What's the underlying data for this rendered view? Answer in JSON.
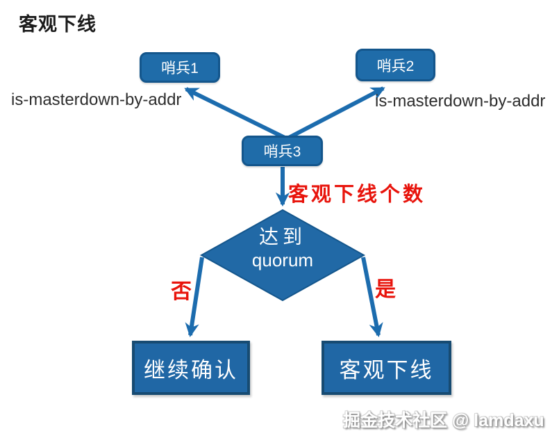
{
  "title": "客观下线",
  "diagram": {
    "nodes": {
      "sentinel1": {
        "label": "哨兵1"
      },
      "sentinel2": {
        "label": "哨兵2"
      },
      "sentinel3": {
        "label": "哨兵3"
      },
      "decision": {
        "label_line1": "达到",
        "label_line2": "quorum"
      },
      "continue_confirm": {
        "label": "继续确认"
      },
      "objective_down": {
        "label": "客观下线"
      }
    },
    "edge_labels": {
      "left_command": "is-masterdown-by-addr",
      "right_command": "is-masterdown-by-addr",
      "count_label": "客观下线个数",
      "no_branch": "否",
      "yes_branch": "是"
    }
  },
  "watermark": "掘金技术社区 @ lamdaxu",
  "colors": {
    "node_fill": "#1f6ca9",
    "node_border": "#14568c",
    "rect_fill": "#2067a5",
    "rect_border": "#174b72",
    "arrow": "#1c6cae",
    "red_text": "#e8140c",
    "title_text": "#1b1b1b",
    "command_text": "#2d2d2d",
    "node_text": "#ffffff"
  }
}
